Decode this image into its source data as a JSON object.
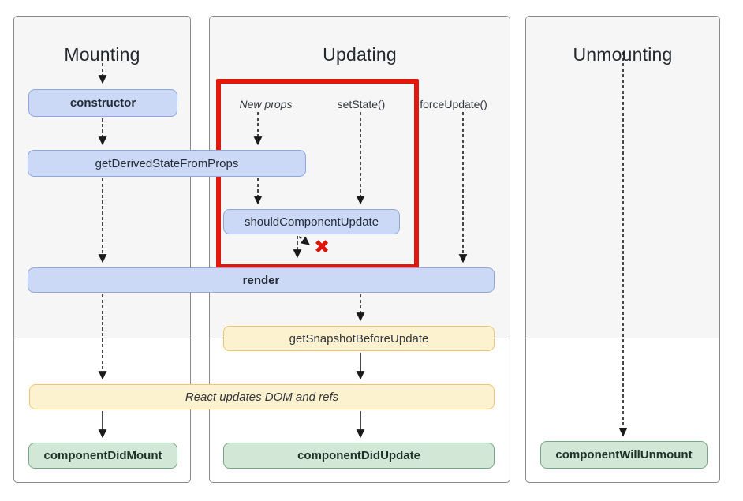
{
  "diagram": {
    "columns": [
      {
        "title": "Mounting"
      },
      {
        "title": "Updating"
      },
      {
        "title": "Unmounting"
      }
    ],
    "nodes": {
      "constructor": "constructor",
      "get_derived_state_from_props": "getDerivedStateFromProps",
      "should_component_update": "shouldComponentUpdate",
      "render": "render",
      "get_snapshot_before_update": "getSnapshotBeforeUpdate",
      "react_updates_dom": "React updates DOM and refs",
      "component_did_mount": "componentDidMount",
      "component_did_update": "componentDidUpdate",
      "component_will_unmount": "componentWillUnmount"
    },
    "triggers": {
      "new_props": "New props",
      "set_state": "setState()",
      "force_update": "forceUpdate()"
    },
    "annotations": {
      "blocked_mark": "✖"
    },
    "colors": {
      "lifecycle_box_fill": "#ccd9f6",
      "lifecycle_box_border": "#8fa7dd",
      "side_effect_fill": "#fdf2d0",
      "side_effect_border": "#ecc46a",
      "commit_fill": "#d2e7d6",
      "commit_border": "#76a885",
      "highlight_red": "#e4170d",
      "phase_top_bg": "#f6f6f7"
    }
  }
}
